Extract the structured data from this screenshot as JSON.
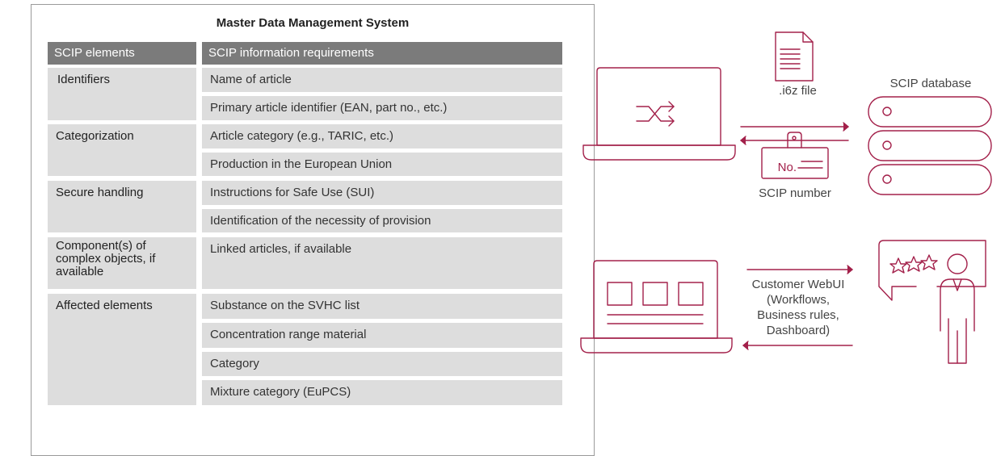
{
  "title": "Master Data Management System",
  "table": {
    "headers": [
      "SCIP elements",
      "SCIP information requirements"
    ],
    "groups": [
      {
        "element": "Identifiers",
        "requirements": [
          "Name of article",
          "Primary article identifier (EAN, part no., etc.)"
        ]
      },
      {
        "element": "Categorization",
        "requirements": [
          "Article category (e.g., TARIC, etc.)",
          "Production in the European Union"
        ]
      },
      {
        "element": "Secure handling",
        "requirements": [
          "Instructions for Safe Use (SUI)",
          "Identification of the necessity of provision"
        ]
      },
      {
        "element": "Component(s) of complex objects, if available",
        "requirements": [
          "Linked articles, if available"
        ]
      },
      {
        "element": "Affected elements",
        "requirements": [
          "Substance on the SVHC list",
          "Concentration range material",
          "Category",
          "Mixture category (EuPCS)"
        ]
      }
    ]
  },
  "diagram": {
    "file_label": ".i6z file",
    "database_label": "SCIP database",
    "badge_text": "No.",
    "number_label": "SCIP number",
    "webui_label": "Customer WebUI (Workflows, Business rules, Dashboard)",
    "webui_lines": [
      "Customer WebUI",
      "(Workflows,",
      "Business rules,",
      "Dashboard)"
    ],
    "accent_color": "#a3204a"
  }
}
